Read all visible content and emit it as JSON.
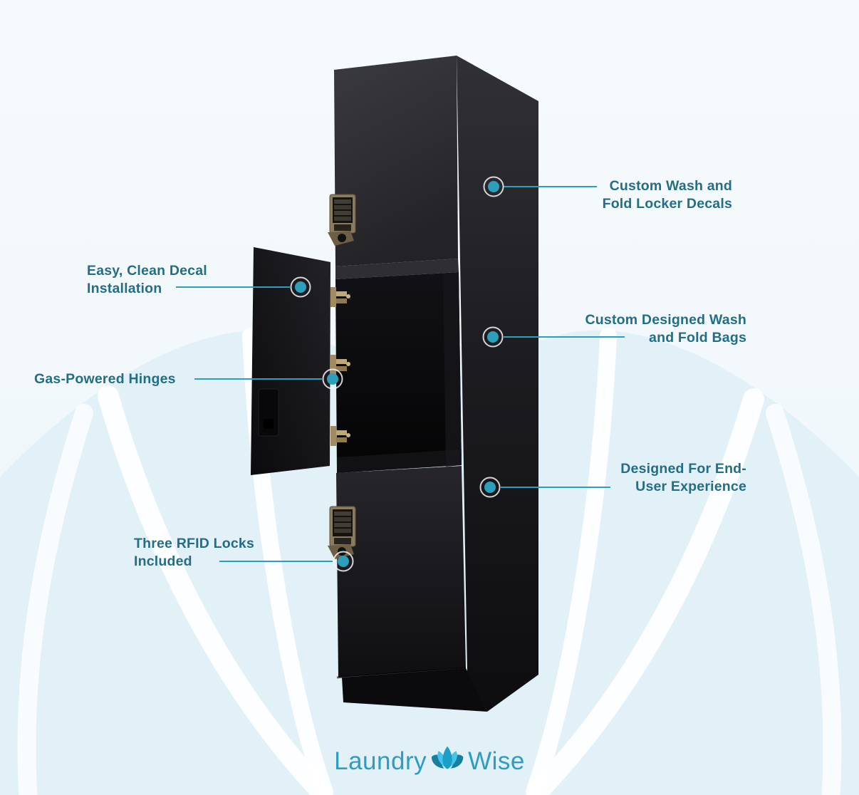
{
  "brand": {
    "word1": "Laundry",
    "word2": "Wise"
  },
  "callouts": [
    {
      "id": "custom-decals",
      "side": "right",
      "lines": [
        "Custom Wash and",
        "Fold Locker Decals"
      ]
    },
    {
      "id": "decal-installation",
      "side": "left",
      "lines": [
        "Easy, Clean Decal",
        "Installation"
      ]
    },
    {
      "id": "gas-hinges",
      "side": "left",
      "lines": [
        "Gas-Powered Hinges"
      ]
    },
    {
      "id": "wash-fold-bags",
      "side": "right",
      "lines": [
        "Custom Designed Wash",
        "and Fold Bags"
      ]
    },
    {
      "id": "end-user",
      "side": "right",
      "lines": [
        "Designed For End-",
        "User Experience"
      ]
    },
    {
      "id": "rfid-locks",
      "side": "left",
      "lines": [
        "Three RFID Locks",
        "Included"
      ]
    }
  ],
  "colors": {
    "callout_text": "#236e86",
    "callout_accent": "#2b9fbc",
    "petal": "#e2f0f7",
    "band": "#ffffff",
    "logo_text": "#2f9cc6",
    "lotus_mid": "#1b9fc9",
    "lotus_light": "#45c4ea",
    "lotus_dark": "#17809f"
  }
}
